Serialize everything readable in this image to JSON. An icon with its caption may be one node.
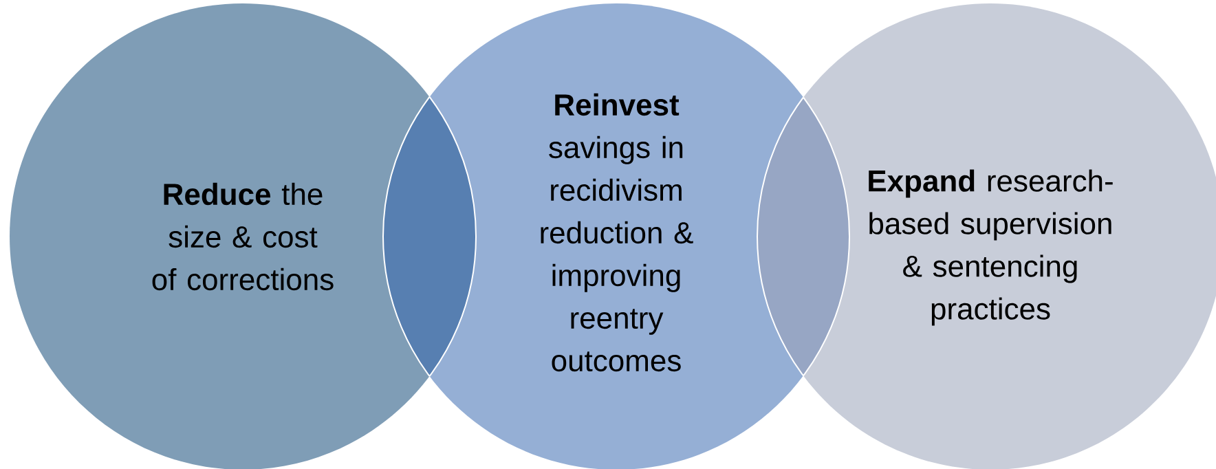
{
  "diagram": {
    "nodes": [
      {
        "text": [
          "**Reduce** the size & cost of corrections"
        ]
      },
      {
        "text": [
          "**Reinvest** savings in recidivism reduction & improving reentry outcomes"
        ]
      },
      {
        "text": [
          "**Expand** research-based supervision & sentencing practices"
        ]
      }
    ]
  }
}
